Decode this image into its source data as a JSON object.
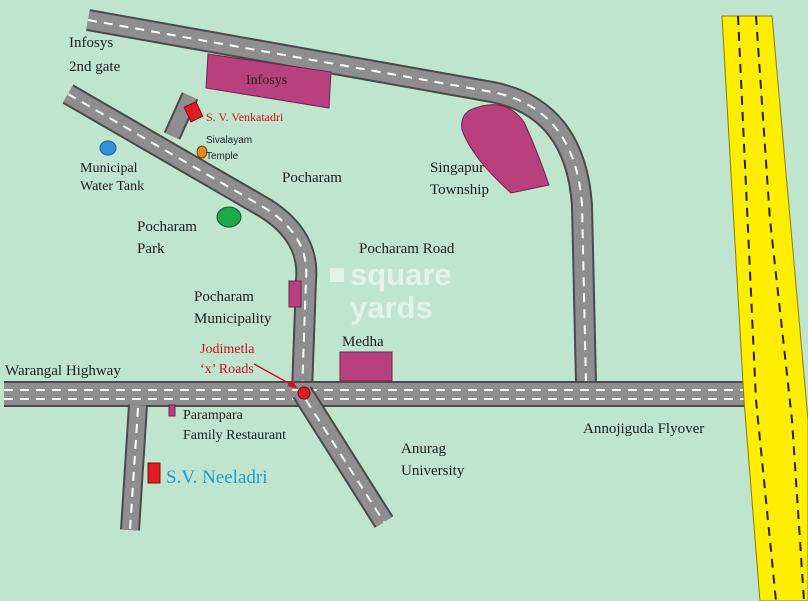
{
  "colors": {
    "background": "#bfe5ce",
    "road_fill": "#8e8e8e",
    "road_edge": "#4a4a4a",
    "road_dash": "#ffffff",
    "flyover_fill": "#ffee00",
    "flyover_dash": "#222222",
    "building": "#b8407c",
    "building_edge": "#6e2450",
    "project_marker": "#e01b24",
    "junction_marker": "#e01b24",
    "park": "#1ea84a",
    "water_tank": "#2f95d8",
    "temple": "#e08a2a",
    "label_text": "#1d1d1d",
    "highlight_red_text": "#d01020",
    "highlight_blue_text": "#1e9bd6",
    "watermark": "#ffffff"
  },
  "labels": {
    "infosys_2nd_gate": [
      "Infosys",
      "2nd gate"
    ],
    "infosys": "Infosys",
    "sv_venkatadri": "S. V. Venkatadri",
    "sivalayam_temple": [
      "Sivalayam",
      "Temple"
    ],
    "municipal_water_tank": [
      "Municipal",
      "Water Tank"
    ],
    "pocharam": "Pocharam",
    "singapur_township": [
      "Singapur",
      "Township"
    ],
    "pocharam_park": [
      "Pocharam",
      "Park"
    ],
    "pocharam_road": "Pocharam Road",
    "pocharam_municipality": [
      "Pocharam",
      "Municipality"
    ],
    "medha": "Medha",
    "jodimetla_x_roads": [
      "Jodimetla",
      "‘x’ Roads"
    ],
    "warangal_highway": "Warangal Highway",
    "parampara_family_restaurant": [
      "Parampara",
      "Family Restaurant"
    ],
    "annojiguda_flyover": "Annojiguda Flyover",
    "anurag_university": [
      "Anurag",
      "University"
    ],
    "sv_neeladri": "S.V. Neeladri"
  },
  "watermark": [
    "square",
    "yards"
  ],
  "icons": {
    "water_tank": "water-tank-icon",
    "temple": "temple-icon",
    "park": "park-icon",
    "junction": "junction-marker-icon",
    "project": "project-marker-icon"
  }
}
